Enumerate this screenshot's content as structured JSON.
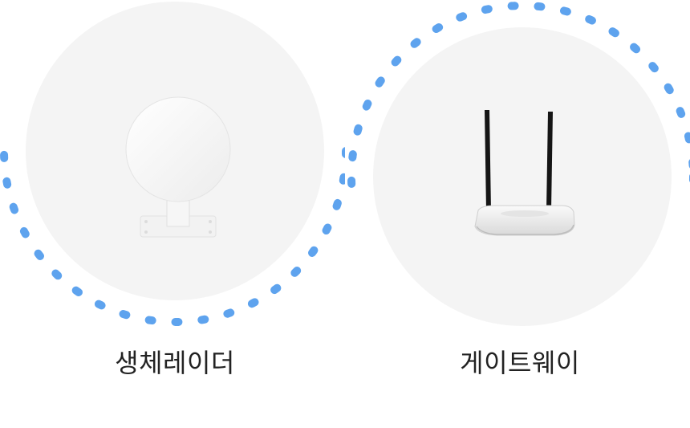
{
  "products": [
    {
      "label": "생체레이더",
      "icon": "radar-sensor"
    },
    {
      "label": "게이트웨이",
      "icon": "wifi-router"
    }
  ],
  "colors": {
    "circle_bg": "#f4f4f4",
    "dash": "#5ea3ee",
    "text": "#222222"
  }
}
